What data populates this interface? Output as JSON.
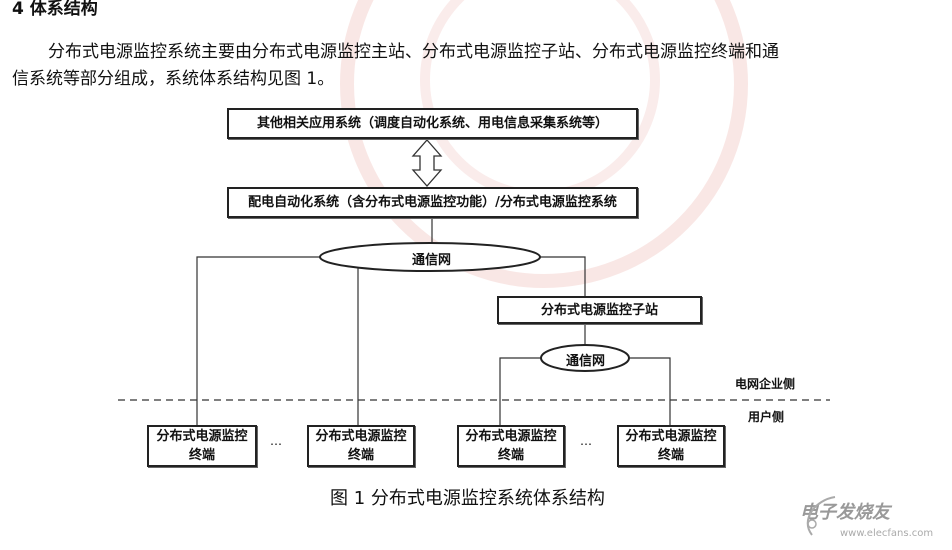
{
  "section_heading": "4   体系结构",
  "paragraph": [
    "分布式电源监控系统主要由分布式电源监控主站、分布式电源监控子站、分布式电源监控终端和通",
    "信系统等部分组成，系统体系结构见图 1。"
  ],
  "diagram": {
    "top_box": "其他相关应用系统（调度自动化系统、用电信息采集系统等）",
    "main_box": "配电自动化系统（含分布式电源监控功能）/分布式电源监控系统",
    "network_1": "通信网",
    "substation_box": "分布式电源监控子站",
    "network_2": "通信网",
    "grid_side_label": "电网企业侧",
    "user_side_label": "用户侧",
    "terminals": [
      "分布式电源监控终端",
      "分布式电源监控终端",
      "分布式电源监控终端",
      "分布式电源监控终端"
    ],
    "ellipsis": "…",
    "caption": "图 1   分布式电源监控系统体系结构"
  },
  "watermark": {
    "brand": "电子发烧友",
    "url": "www.elecfans.com"
  }
}
